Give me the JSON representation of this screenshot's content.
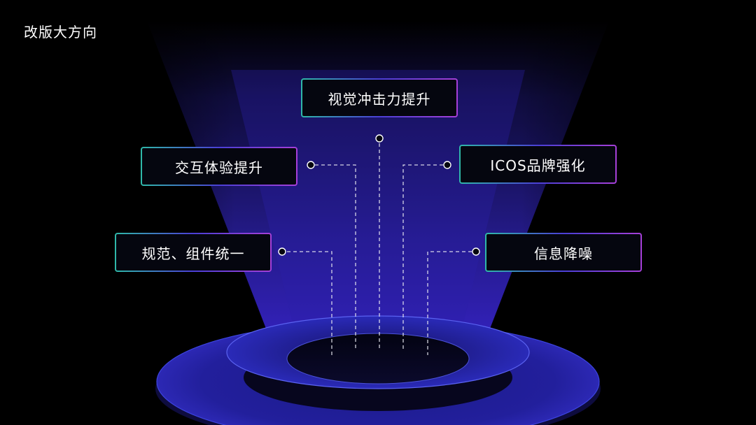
{
  "header": {
    "title": "改版大方向"
  },
  "nodes": [
    {
      "id": "top",
      "label": "视觉冲击力提升"
    },
    {
      "id": "left-upper",
      "label": "交互体验提升"
    },
    {
      "id": "right-upper",
      "label": "ICOS品牌强化"
    },
    {
      "id": "left-lower",
      "label": "规范、组件统一"
    },
    {
      "id": "right-lower",
      "label": "信息降噪"
    }
  ],
  "colors": {
    "background": "#000000",
    "beam": "#2a20a8",
    "ring": "#3a3ad0",
    "border_start": "#2fb8a8",
    "border_mid": "#4b3fd6",
    "border_end": "#a63fd8",
    "connector": "#ffffff"
  }
}
